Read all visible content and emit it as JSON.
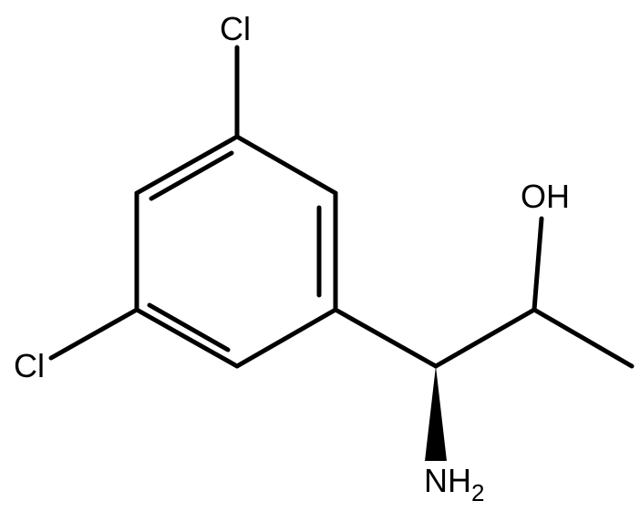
{
  "molecule": {
    "labels": {
      "cl_top": "Cl",
      "cl_left": "Cl",
      "oh": "OH",
      "amine_main": "NH",
      "amine_sub": "2"
    },
    "colors": {
      "bond": "#000000",
      "background": "#ffffff"
    }
  }
}
